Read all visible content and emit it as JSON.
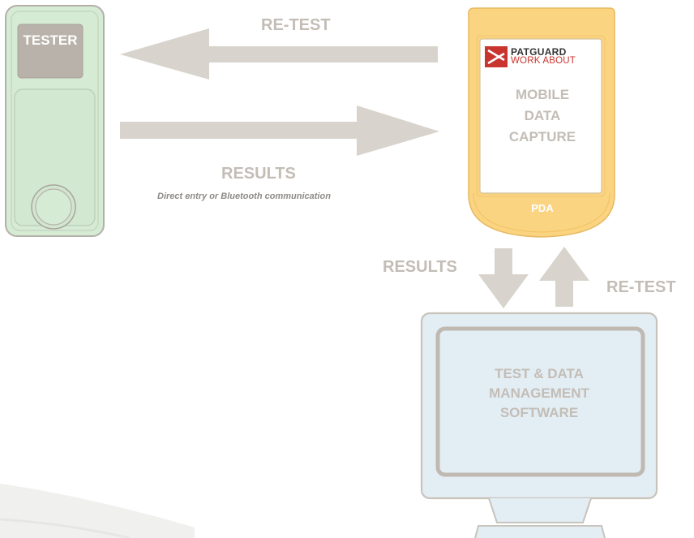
{
  "tester": {
    "screen_label": "TESTER"
  },
  "arrows": {
    "top_retest": "RE-TEST",
    "top_results": "RESULTS",
    "top_results_caption": "Direct entry or Bluetooth communication",
    "right_results": "RESULTS",
    "right_retest": "RE-TEST"
  },
  "pda": {
    "brand_name": "PATGUARD",
    "brand_sub": "WORK ABOUT",
    "screen_lines": [
      "MOBILE",
      "DATA",
      "CAPTURE"
    ],
    "label": "PDA"
  },
  "monitor": {
    "screen_lines": [
      "TEST & DATA",
      "MANAGEMENT",
      "SOFTWARE"
    ]
  },
  "colors": {
    "tester_body": "#d6ebd3",
    "tester_outline": "#b3b0aa",
    "tester_screen": "#b9b2aa",
    "arrow": "#d8d3cc",
    "label": "#c3bdb6",
    "pda_body": "#fbd481",
    "pda_screen": "#ffffff",
    "monitor_body": "#e3edf4",
    "monitor_outline": "#c8c3bb",
    "brand_red": "#c8352e"
  }
}
